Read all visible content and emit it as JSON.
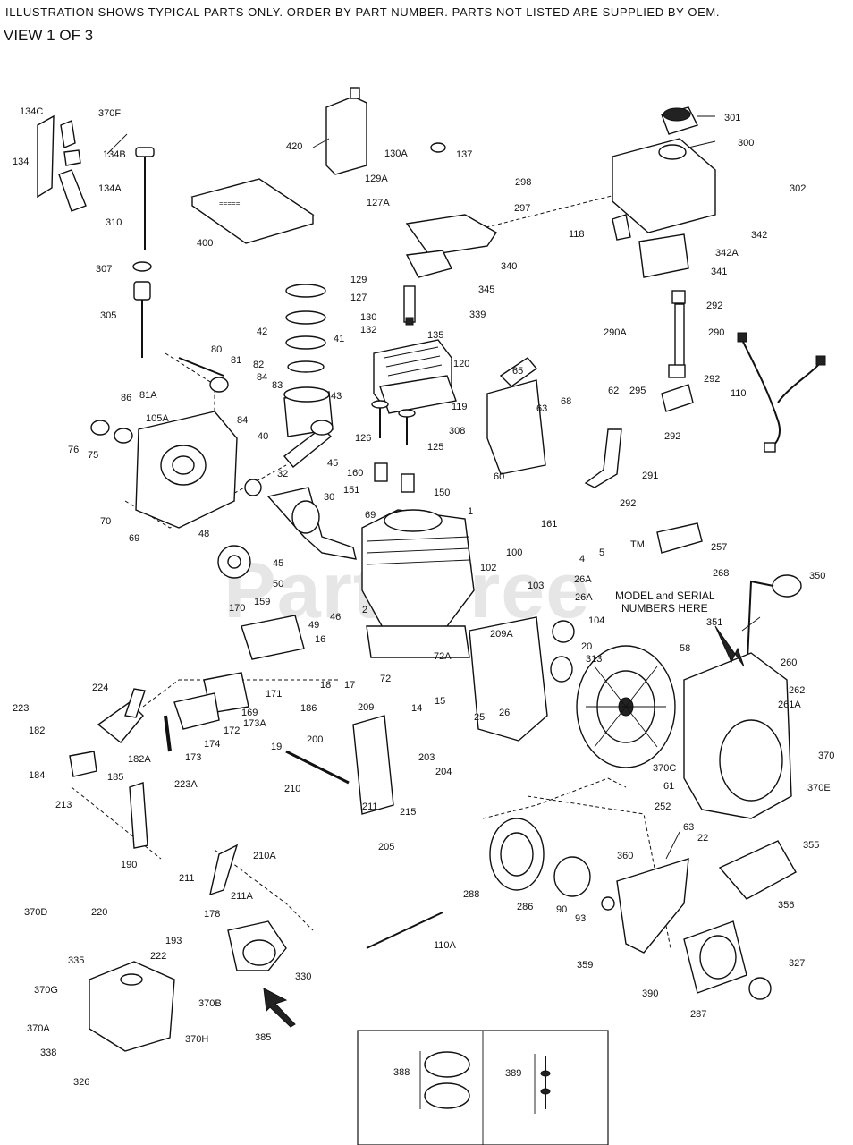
{
  "header": {
    "notice": "ILLUSTRATION SHOWS TYPICAL PARTS ONLY. ORDER BY PART NUMBER. PARTS NOT LISTED ARE SUPPLIED BY OEM.",
    "view": "VIEW 1 OF 3"
  },
  "watermark": "PartsTree",
  "watermark_tm": "TM",
  "note": {
    "line1": "MODEL and SERIAL",
    "line2": "NUMBERS HERE"
  },
  "labels": {
    "l134c": "134C",
    "l370f": "370F",
    "l134": "134",
    "l134b": "134B",
    "l134a": "134A",
    "l310": "310",
    "l307": "307",
    "l305": "305",
    "l400": "400",
    "l420": "420",
    "l130a": "130A",
    "l137": "137",
    "l129a": "129A",
    "l298": "298",
    "l127a": "127A",
    "l297": "297",
    "l301": "301",
    "l300": "300",
    "l302": "302",
    "l118": "118",
    "l342": "342",
    "l342a": "342A",
    "l340": "340",
    "l341": "341",
    "l345": "345",
    "l129": "129",
    "l127": "127",
    "l339": "339",
    "l130": "130",
    "l132": "132",
    "l135": "135",
    "l292a": "292",
    "l290a": "290A",
    "l290": "290",
    "l292b": "292",
    "l110": "110",
    "l42": "42",
    "l41": "41",
    "l120": "120",
    "l80": "80",
    "l81": "81",
    "l82": "82",
    "l84a": "84",
    "l81a": "81A",
    "l86": "86",
    "l105a": "105A",
    "l83": "83",
    "l43": "43",
    "l84b": "84",
    "l40": "40",
    "l65": "65",
    "l119": "119",
    "l62": "62",
    "l68": "68",
    "l63": "63",
    "l295": "295",
    "l292c": "292",
    "l308": "308",
    "l126": "126",
    "l125": "125",
    "l76a": "76",
    "l75": "75",
    "l45a": "45",
    "l32": "32",
    "l160": "160",
    "l151": "151",
    "l150": "150",
    "l30": "30",
    "l70": "70",
    "l69a": "69",
    "l60": "60",
    "l291": "291",
    "l292d": "292",
    "l1": "1",
    "l69b": "69",
    "l48": "48",
    "l161": "161",
    "l257": "257",
    "l100": "100",
    "l5": "5",
    "l4": "4",
    "l268": "268",
    "l350": "350",
    "l45b": "45",
    "l50": "50",
    "l102": "102",
    "l103": "103",
    "l26a": "26A",
    "l26a2": "26A",
    "l170": "170",
    "l159": "159",
    "l2": "2",
    "l49": "49",
    "l46": "46",
    "l104": "104",
    "l351": "351",
    "l16": "16",
    "l209a": "209A",
    "l20": "20",
    "l313": "313",
    "l58": "58",
    "l260": "260",
    "l18": "18",
    "l17": "17",
    "l72": "72",
    "l72a": "72A",
    "l262": "262",
    "l261a": "261A",
    "l224": "224",
    "l171": "171",
    "l169": "169",
    "l223": "223",
    "l182": "182",
    "l173a": "173A",
    "l172": "172",
    "l186": "186",
    "l209": "209",
    "l14": "14",
    "l15": "15",
    "l25": "25",
    "l26": "26",
    "l174": "174",
    "l182a": "182A",
    "l173": "173",
    "l19": "19",
    "l200": "200",
    "l203": "203",
    "l204": "204",
    "l370": "370",
    "l370c": "370C",
    "l370e": "370E",
    "l184": "184",
    "l185": "185",
    "l223a": "223A",
    "l210": "210",
    "l211a": "211",
    "l215": "215",
    "l61": "61",
    "l252": "252",
    "l213": "213",
    "l205": "205",
    "l63b": "63",
    "l22": "22",
    "l190": "190",
    "l210a": "210A",
    "l355": "355",
    "l211b": "211",
    "l211a2": "211A",
    "l288": "288",
    "l360": "360",
    "l286": "286",
    "l90": "90",
    "l93": "93",
    "l356": "356",
    "l370d": "370D",
    "l220": "220",
    "l178": "178",
    "l110a": "110A",
    "l193": "193",
    "l222": "222",
    "l335": "335",
    "l330": "330",
    "l359": "359",
    "l327": "327",
    "l370g": "370G",
    "l390": "390",
    "l370b": "370B",
    "l287": "287",
    "l370a": "370A",
    "l385": "385",
    "l370h": "370H",
    "l338": "338",
    "l326": "326",
    "l388": "388",
    "l389": "389"
  }
}
